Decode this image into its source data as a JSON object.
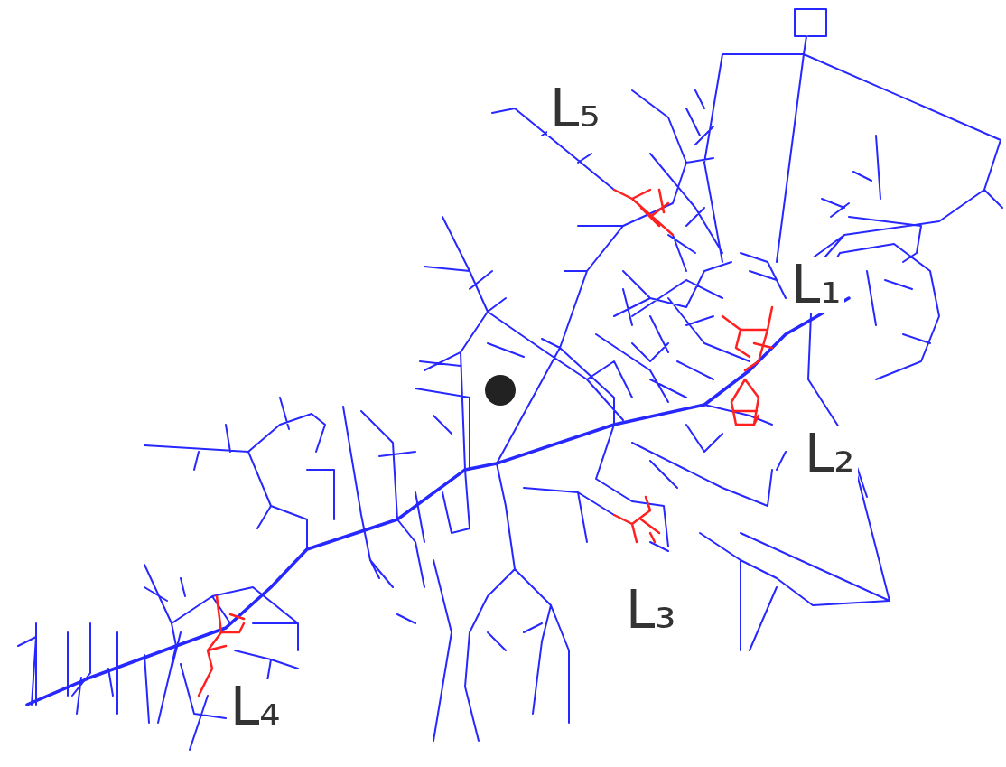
{
  "diagram": {
    "labels": [
      "L₅",
      "L₁",
      "L₂",
      "L₃",
      "L₄"
    ]
  }
}
